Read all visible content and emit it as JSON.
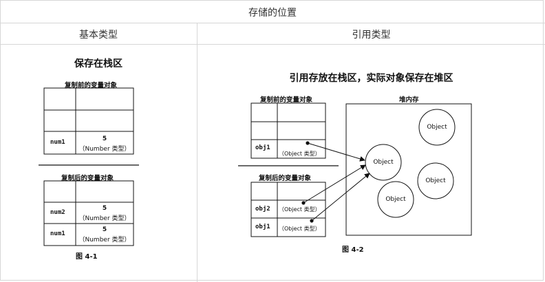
{
  "table": {
    "title": "存储的位置",
    "col_basic": "基本类型",
    "col_reference": "引用类型"
  },
  "left": {
    "heading": "保存在栈区",
    "before_caption": "复制前的变量对象",
    "after_caption": "复制后的变量对象",
    "before_rows": [
      {
        "name": "num1",
        "value": "5",
        "type": "（Number 类型）"
      }
    ],
    "after_rows": [
      {
        "name": "num2",
        "value": "5",
        "type": "（Number 类型）"
      },
      {
        "name": "num1",
        "value": "5",
        "type": "（Number 类型）"
      }
    ],
    "figure": "图    4-1"
  },
  "right": {
    "heading": "引用存放在栈区，实际对象保存在堆区",
    "before_caption": "复制前的变量对象",
    "after_caption": "复制后的变量对象",
    "heap_label": "堆内存",
    "before_rows": [
      {
        "name": "obj1",
        "type": "（Object 类型）"
      }
    ],
    "after_rows": [
      {
        "name": "obj2",
        "type": "（Object 类型）"
      },
      {
        "name": "obj1",
        "type": "（Object 类型）"
      }
    ],
    "heap_objects": [
      "Object",
      "Object",
      "Object",
      "Object"
    ],
    "figure": "图    4-2"
  }
}
